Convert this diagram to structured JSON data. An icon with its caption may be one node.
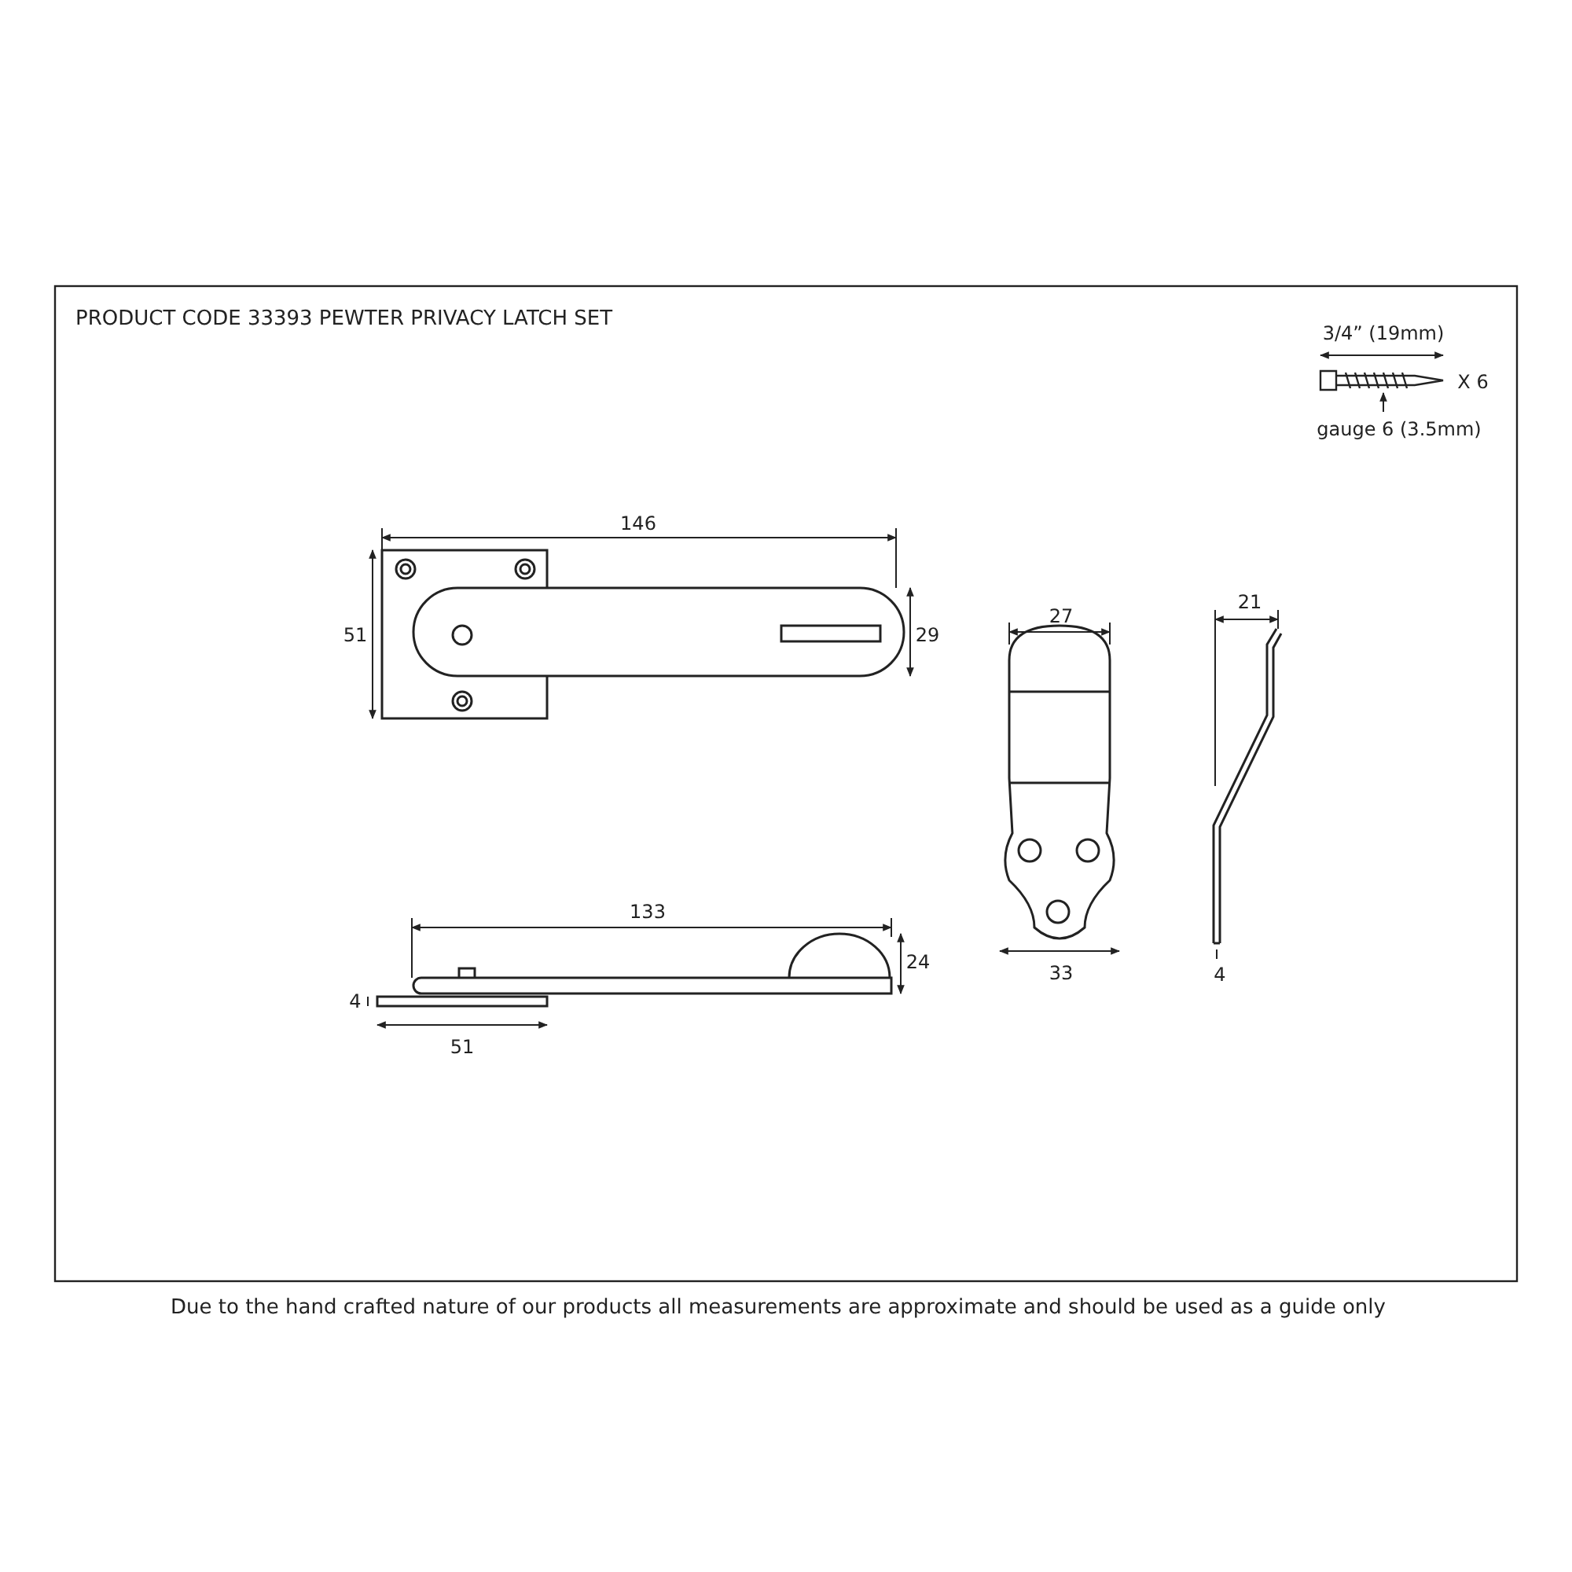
{
  "diagram": {
    "title": "PRODUCT CODE 33393 PEWTER PRIVACY LATCH SET",
    "caption": "Due to the hand crafted nature of our products all measurements are approximate and should be used as a guide only",
    "labels": [
      "3/4” (19mm)",
      "X 6",
      "gauge 6 (3.5mm)",
      "146",
      "51",
      "29",
      "27",
      "21",
      "133",
      "24",
      "4",
      "51",
      "33",
      "4"
    ]
  }
}
